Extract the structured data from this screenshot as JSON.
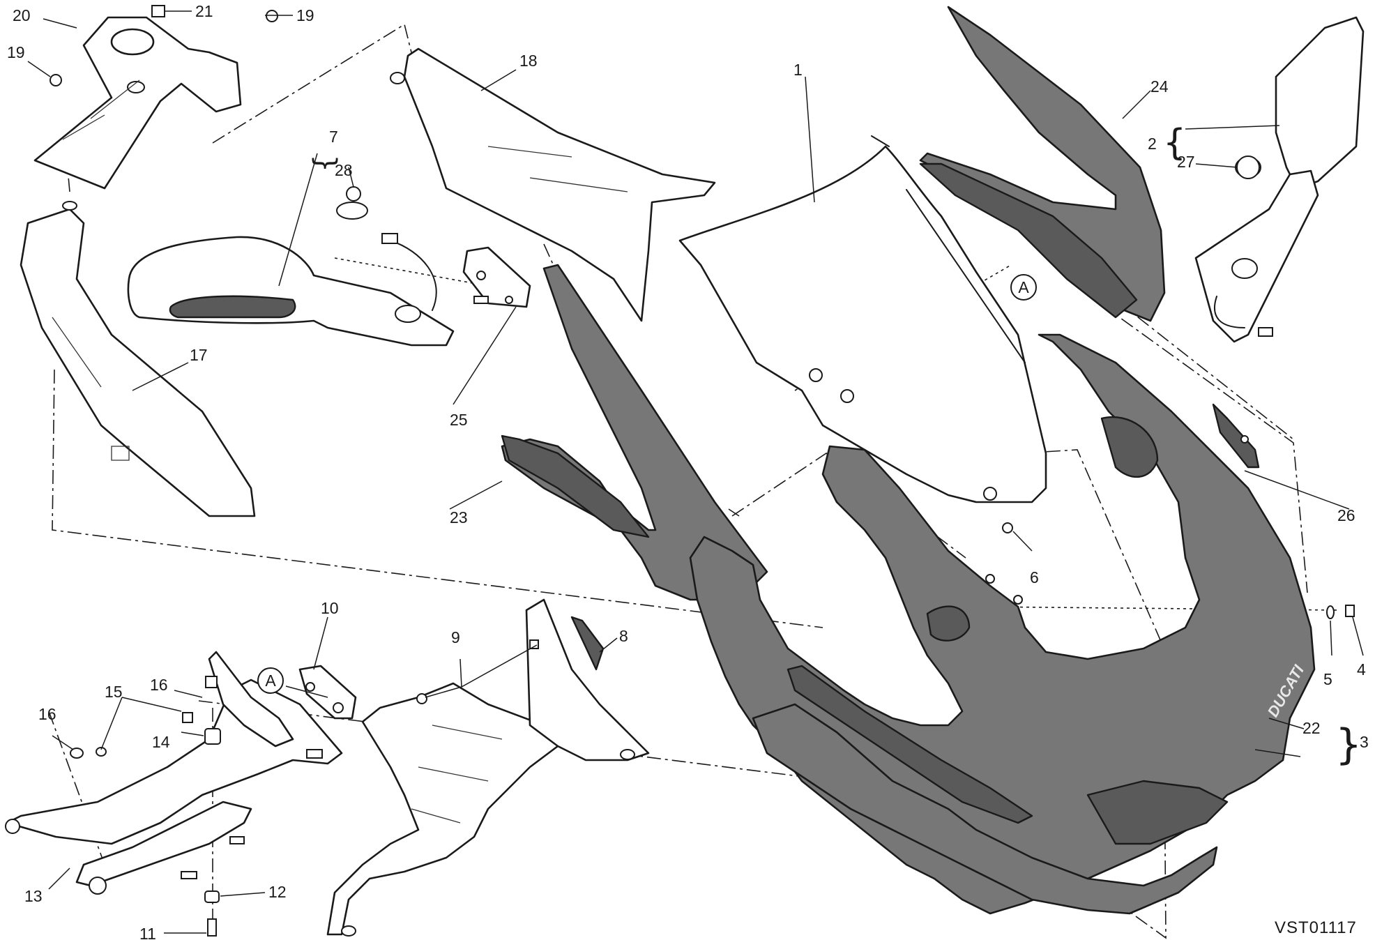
{
  "drawing_code": "VST01117",
  "brand_mark": "DUCATI",
  "reference_marker": "A",
  "callouts": {
    "c1": "1",
    "c2": "2",
    "c3": "3",
    "c4": "4",
    "c5": "5",
    "c6": "6",
    "c7": "7",
    "c8": "8",
    "c9": "9",
    "c10": "10",
    "c11": "11",
    "c12": "12",
    "c13": "13",
    "c14": "14",
    "c15": "15",
    "c16a": "16",
    "c16b": "16",
    "c17": "17",
    "c18": "18",
    "c19a": "19",
    "c19b": "19",
    "c20": "20",
    "c21": "21",
    "c22": "22",
    "c23": "23",
    "c24": "24",
    "c25": "25",
    "c26": "26",
    "c27": "27",
    "c28": "28"
  }
}
